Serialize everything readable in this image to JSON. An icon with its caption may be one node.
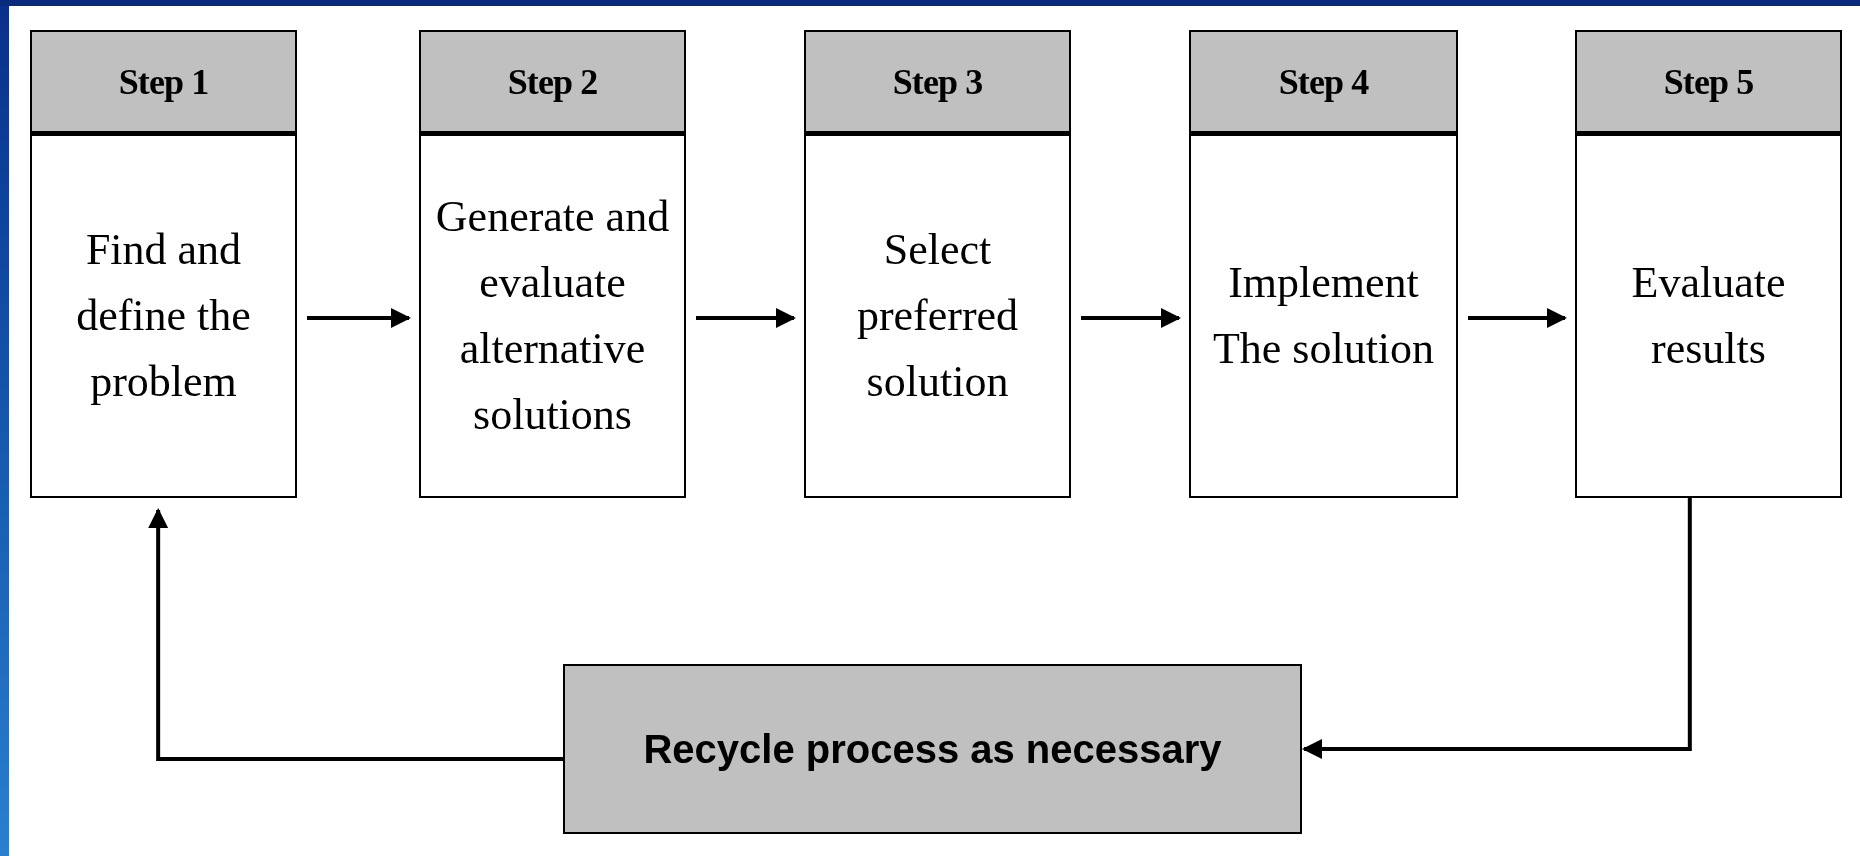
{
  "diagram": {
    "nodes": [
      {
        "text": [
          "Step 1",
          "Find and define the problem"
        ]
      },
      {
        "text": [
          "Step 2",
          "Generate and evaluate alternative solutions"
        ]
      },
      {
        "text": [
          "Step 3",
          "Select preferred solution"
        ]
      },
      {
        "text": [
          "Step 4",
          "Implement The solution"
        ]
      },
      {
        "text": [
          "Step 5",
          "Evaluate results"
        ]
      },
      {
        "text": [
          "Recycle process as necessary"
        ]
      }
    ],
    "edges": [
      {
        "from": 0,
        "to": 1,
        "arrow": "to"
      },
      {
        "from": 1,
        "to": 2,
        "arrow": "to"
      },
      {
        "from": 2,
        "to": 3,
        "arrow": "to"
      },
      {
        "from": 3,
        "to": 4,
        "arrow": "to"
      },
      {
        "from": 4,
        "to": 5,
        "arrow": "to"
      },
      {
        "from": 5,
        "to": 0,
        "arrow": "to"
      }
    ]
  }
}
